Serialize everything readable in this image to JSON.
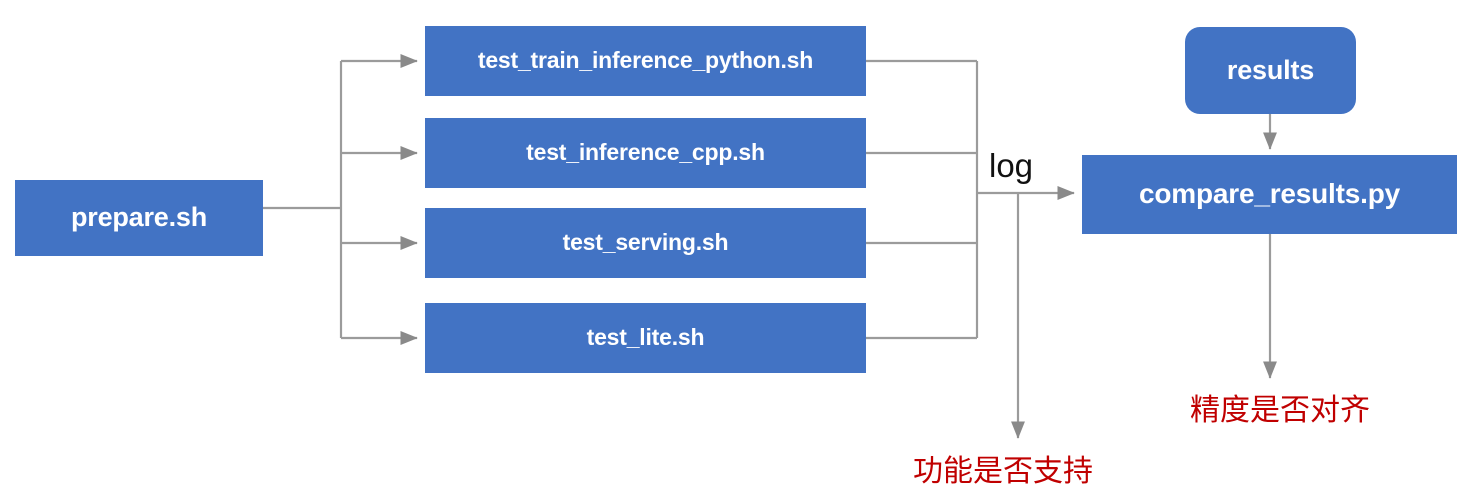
{
  "diagram": {
    "title": "PaddlePaddle TIPC test chain flow",
    "colors": {
      "node_fill": "#4273C4",
      "node_text": "#FFFFFF",
      "connector": "#9B9B9B",
      "annotation_red": "#C00000",
      "background": "#FFFFFF"
    },
    "nodes": {
      "prepare": {
        "label": "prepare.sh"
      },
      "tests": [
        {
          "label": "test_train_inference_python.sh"
        },
        {
          "label": "test_inference_cpp.sh"
        },
        {
          "label": "test_serving.sh"
        },
        {
          "label": "test_lite.sh"
        }
      ],
      "results": {
        "label": "results"
      },
      "compare": {
        "label": "compare_results.py"
      }
    },
    "edge_labels": {
      "log": "log"
    },
    "annotations": [
      {
        "label": "功能是否支持"
      },
      {
        "label": "精度是否对齐"
      }
    ]
  }
}
